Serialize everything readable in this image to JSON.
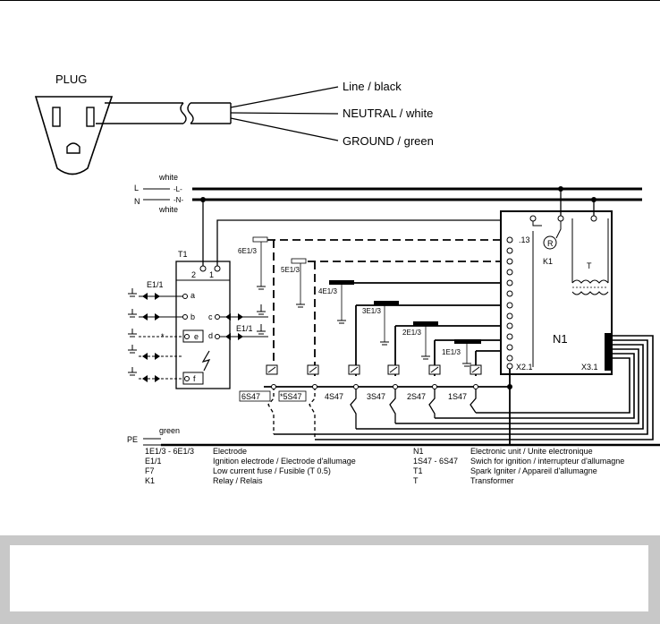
{
  "plug": {
    "title": "PLUG",
    "wire_line": "Line / black",
    "wire_neutral": "NEUTRAL / white",
    "wire_ground": "GROUND / green"
  },
  "diagram": {
    "top_white": "white",
    "bottom_white": "white",
    "rail_l": "L",
    "rail_n": "N",
    "rail_l_tag": "-L-",
    "rail_n_tag": "-N-",
    "t1": "T1",
    "t1_pin2": "2",
    "t1_pin1": "1",
    "e11_left": "E1/1",
    "e11_right": "E1/1",
    "term_a": "a",
    "term_b": "b",
    "term_c": "c",
    "term_d": "d",
    "term_e": "e",
    "term_f": "f",
    "star": "*",
    "e6": "6E1/3",
    "e5": "5E1/3",
    "e4": "4E1/3",
    "e3": "3E1/3",
    "e2": "2E1/3",
    "e1": "1E1/3",
    "n1_13": ".13",
    "k1": "K1",
    "relay_r": "R",
    "trans": "T",
    "n1": "N1",
    "x21": "X2.1",
    "x31": "X3.1",
    "s6": "6S47",
    "s5": "*5S47",
    "s4": "4S47",
    "s3": "3S47",
    "s2": "2S47",
    "s1": "1S47",
    "green": "green",
    "pe": "PE"
  },
  "legend": {
    "left": [
      {
        "code": "1E1/3 - 6E1/3",
        "desc": "Electrode"
      },
      {
        "code": "E1/1",
        "desc": "Ignition electrode / Electrode d'allumage"
      },
      {
        "code": "F7",
        "desc": "Low current fuse / Fusible (T 0.5)"
      },
      {
        "code": "K1",
        "desc": "Relay / Relais"
      }
    ],
    "right": [
      {
        "code": "N1",
        "desc": "Electronic unit / Unite electronique"
      },
      {
        "code": "1S47 - 6S47",
        "desc": "Swich for ignition / interrupteur d'allumagne"
      },
      {
        "code": "T1",
        "desc": "Spark Igniter / Appareil d'allumagne"
      },
      {
        "code": "T",
        "desc": "Transformer"
      }
    ]
  }
}
